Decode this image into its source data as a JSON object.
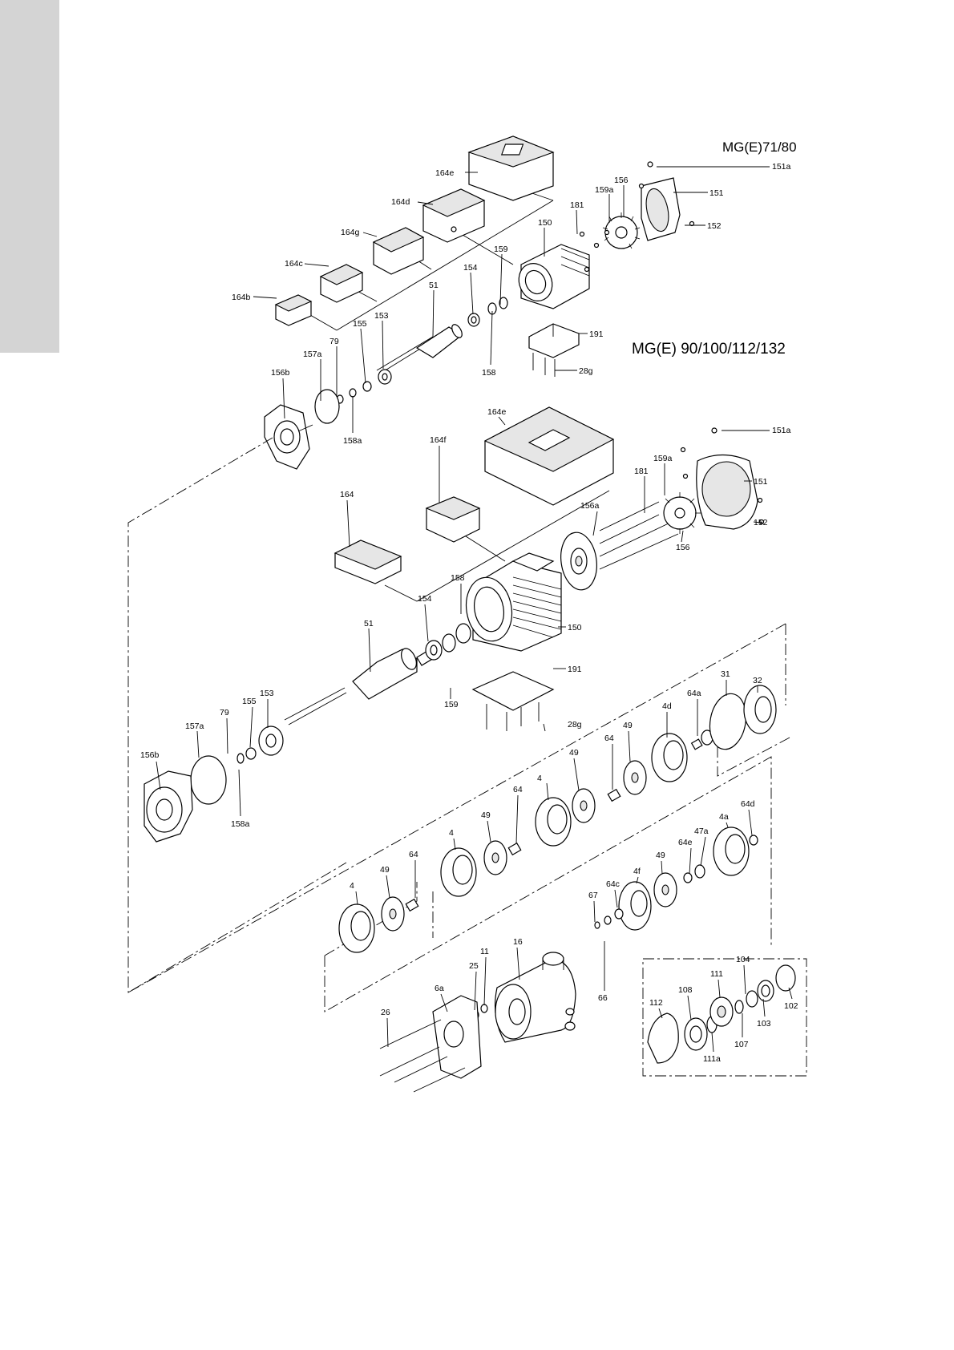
{
  "titles": {
    "small_motor": "MG(E)71/80",
    "large_motor": "MG(E) 90/100/112/132"
  },
  "labels": [
    {
      "id": "l151a_a",
      "text": "151a"
    },
    {
      "id": "l164e_a",
      "text": "164e"
    },
    {
      "id": "l156_a",
      "text": "156"
    },
    {
      "id": "l159a_a",
      "text": "159a"
    },
    {
      "id": "l151_a",
      "text": "151"
    },
    {
      "id": "l164d",
      "text": "164d"
    },
    {
      "id": "l181_a",
      "text": "181"
    },
    {
      "id": "l152_a",
      "text": "152"
    },
    {
      "id": "l150_a",
      "text": "150"
    },
    {
      "id": "l164g",
      "text": "164g"
    },
    {
      "id": "l159_a",
      "text": "159"
    },
    {
      "id": "l154_a",
      "text": "154"
    },
    {
      "id": "l164c",
      "text": "164c"
    },
    {
      "id": "l51_a",
      "text": "51"
    },
    {
      "id": "l164b",
      "text": "164b"
    },
    {
      "id": "l153_a",
      "text": "153"
    },
    {
      "id": "l191_a",
      "text": "191"
    },
    {
      "id": "l155_a",
      "text": "155"
    },
    {
      "id": "l79_a",
      "text": "79"
    },
    {
      "id": "l157a_a",
      "text": "157a"
    },
    {
      "id": "l28g_a",
      "text": "28g"
    },
    {
      "id": "l158_a",
      "text": "158"
    },
    {
      "id": "l156b_a",
      "text": "156b"
    },
    {
      "id": "l158a_a",
      "text": "158a"
    },
    {
      "id": "l164e_b",
      "text": "164e"
    },
    {
      "id": "l151a_b",
      "text": "151a"
    },
    {
      "id": "l164f",
      "text": "164f"
    },
    {
      "id": "l159a_b",
      "text": "159a"
    },
    {
      "id": "l181_b",
      "text": "181"
    },
    {
      "id": "l151_b",
      "text": "151"
    },
    {
      "id": "l164",
      "text": "164"
    },
    {
      "id": "l156a",
      "text": "156a"
    },
    {
      "id": "l152_b",
      "text": "152"
    },
    {
      "id": "l156_b",
      "text": "156"
    },
    {
      "id": "l158_b",
      "text": "158"
    },
    {
      "id": "l154_b",
      "text": "154"
    },
    {
      "id": "l150_b",
      "text": "150"
    },
    {
      "id": "l51_b",
      "text": "51"
    },
    {
      "id": "l32",
      "text": "32"
    },
    {
      "id": "l191_b",
      "text": "191"
    },
    {
      "id": "l31",
      "text": "31"
    },
    {
      "id": "l153_b",
      "text": "153"
    },
    {
      "id": "l155_b",
      "text": "155"
    },
    {
      "id": "l159_b",
      "text": "159"
    },
    {
      "id": "l64a",
      "text": "64a"
    },
    {
      "id": "l4d",
      "text": "4d"
    },
    {
      "id": "l79_b",
      "text": "79"
    },
    {
      "id": "l28g_b",
      "text": "28g"
    },
    {
      "id": "l157a_b",
      "text": "157a"
    },
    {
      "id": "l49_a",
      "text": "49"
    },
    {
      "id": "l64_a",
      "text": "64"
    },
    {
      "id": "l156b_b",
      "text": "156b"
    },
    {
      "id": "l49_b",
      "text": "49"
    },
    {
      "id": "l4_a",
      "text": "4"
    },
    {
      "id": "l158a_b",
      "text": "158a"
    },
    {
      "id": "l64_b",
      "text": "64"
    },
    {
      "id": "l64d",
      "text": "64d"
    },
    {
      "id": "l49_c",
      "text": "49"
    },
    {
      "id": "l4_b",
      "text": "4"
    },
    {
      "id": "l4a",
      "text": "4a"
    },
    {
      "id": "l47a",
      "text": "47a"
    },
    {
      "id": "l64e",
      "text": "64e"
    },
    {
      "id": "l64_c",
      "text": "64"
    },
    {
      "id": "l49_d",
      "text": "49"
    },
    {
      "id": "l49_e",
      "text": "49"
    },
    {
      "id": "l4f",
      "text": "4f"
    },
    {
      "id": "l4_c",
      "text": "4"
    },
    {
      "id": "l64c",
      "text": "64c"
    },
    {
      "id": "l67",
      "text": "67"
    },
    {
      "id": "l16",
      "text": "16"
    },
    {
      "id": "l11",
      "text": "11"
    },
    {
      "id": "l25",
      "text": "25"
    },
    {
      "id": "l104",
      "text": "104"
    },
    {
      "id": "l111",
      "text": "111"
    },
    {
      "id": "l6a",
      "text": "6a"
    },
    {
      "id": "l108",
      "text": "108"
    },
    {
      "id": "l112",
      "text": "112"
    },
    {
      "id": "l66",
      "text": "66"
    },
    {
      "id": "l102",
      "text": "102"
    },
    {
      "id": "l26",
      "text": "26"
    },
    {
      "id": "l103",
      "text": "103"
    },
    {
      "id": "l107",
      "text": "107"
    },
    {
      "id": "l111a",
      "text": "111a"
    }
  ]
}
